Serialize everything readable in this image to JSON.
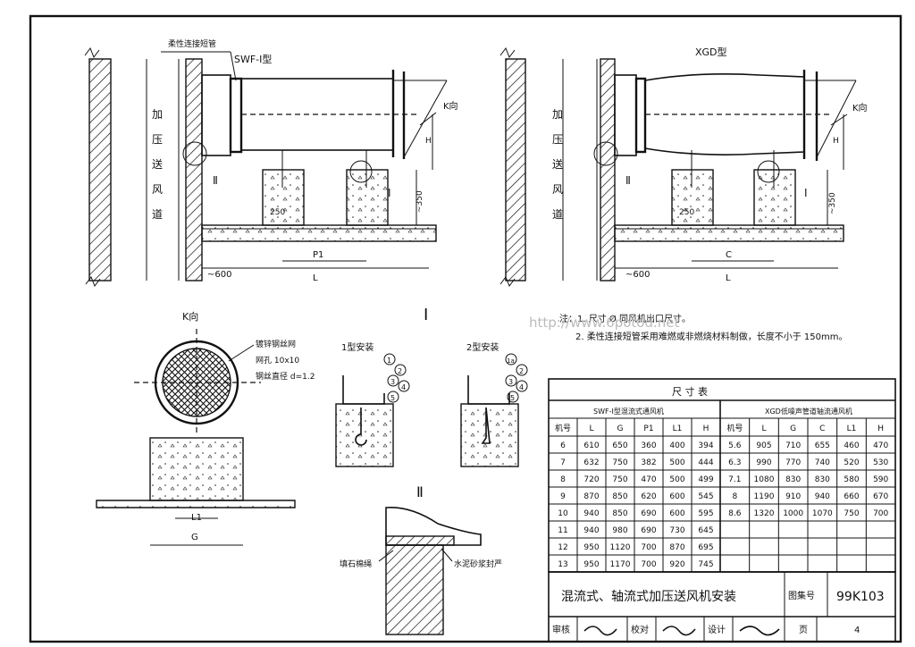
{
  "left_view": {
    "type_label": "SWF-Ⅰ型",
    "flex_label": "柔性连接短管",
    "duct_label": [
      "加",
      "压",
      "送",
      "风",
      "道"
    ],
    "k_label": "K向",
    "h_label": "H",
    "detail2": "Ⅱ",
    "detail1": "Ⅰ",
    "dim_350": "~350",
    "dim_250": "250",
    "dim_p1": "P1",
    "dim_l": "L",
    "dim_600": "~600"
  },
  "right_view": {
    "type_label": "XGD型",
    "duct_label": [
      "加",
      "压",
      "送",
      "风",
      "道"
    ],
    "k_label": "K向",
    "h_label": "H",
    "detail2": "Ⅱ",
    "detail1": "Ⅰ",
    "dim_350": "~350",
    "dim_250": "250",
    "dim_c": "C",
    "dim_l": "L",
    "dim_600": "~600"
  },
  "notes": {
    "line1": "注：1. 尺寸 Ø 同风机出口尺寸。",
    "line2": "2. 柔性连接短管采用难燃或非燃烧材料制做，长度不小于 150mm。"
  },
  "watermark": "http://www.6potod.net",
  "k_view": {
    "title": "K向",
    "mesh_label": "镀锌钢丝网",
    "mesh_hole": "网孔 10x10",
    "wire_dia": "钢丝直径  d=1.2",
    "dim_l1": "L1",
    "dim_g": "G"
  },
  "detail_i": {
    "title": "Ⅰ",
    "type1": "1型安装",
    "type2": "2型安装",
    "callouts1": [
      "1",
      "2",
      "3",
      "4",
      "5"
    ],
    "callouts2": [
      "1a",
      "2",
      "3",
      "4",
      "5"
    ]
  },
  "detail_ii": {
    "title": "Ⅱ",
    "fill_label": "填石棉绳",
    "seal_label": "水泥砂浆封严"
  },
  "table": {
    "title": "尺        寸        表",
    "swf_header": "SWF-Ⅰ型混流式通风机",
    "xgd_header": "XGD低噪声管道轴流通风机",
    "swf_cols": [
      "机号",
      "L",
      "G",
      "P1",
      "L1",
      "H"
    ],
    "xgd_cols": [
      "机号",
      "L",
      "G",
      "C",
      "L1",
      "H"
    ],
    "swf_rows": [
      [
        "6",
        "610",
        "650",
        "360",
        "400",
        "394"
      ],
      [
        "7",
        "632",
        "750",
        "382",
        "500",
        "444"
      ],
      [
        "8",
        "720",
        "750",
        "470",
        "500",
        "499"
      ],
      [
        "9",
        "870",
        "850",
        "620",
        "600",
        "545"
      ],
      [
        "10",
        "940",
        "850",
        "690",
        "600",
        "595"
      ],
      [
        "11",
        "940",
        "980",
        "690",
        "730",
        "645"
      ],
      [
        "12",
        "950",
        "1120",
        "700",
        "870",
        "695"
      ],
      [
        "13",
        "950",
        "1170",
        "700",
        "920",
        "745"
      ]
    ],
    "xgd_rows": [
      [
        "5.6",
        "905",
        "710",
        "655",
        "460",
        "470"
      ],
      [
        "6.3",
        "990",
        "770",
        "740",
        "520",
        "530"
      ],
      [
        "7.1",
        "1080",
        "830",
        "830",
        "580",
        "590"
      ],
      [
        "8",
        "1190",
        "910",
        "940",
        "660",
        "670"
      ],
      [
        "8.6",
        "1320",
        "1000",
        "1070",
        "750",
        "700"
      ]
    ]
  },
  "title_block": {
    "title": "混流式、轴流式加压送风机安装",
    "atlas_label": "图集号",
    "atlas_no": "99K103",
    "review_label": "审核",
    "check_label": "校对",
    "design_label": "设计",
    "page_label": "页",
    "page_no": "4"
  }
}
